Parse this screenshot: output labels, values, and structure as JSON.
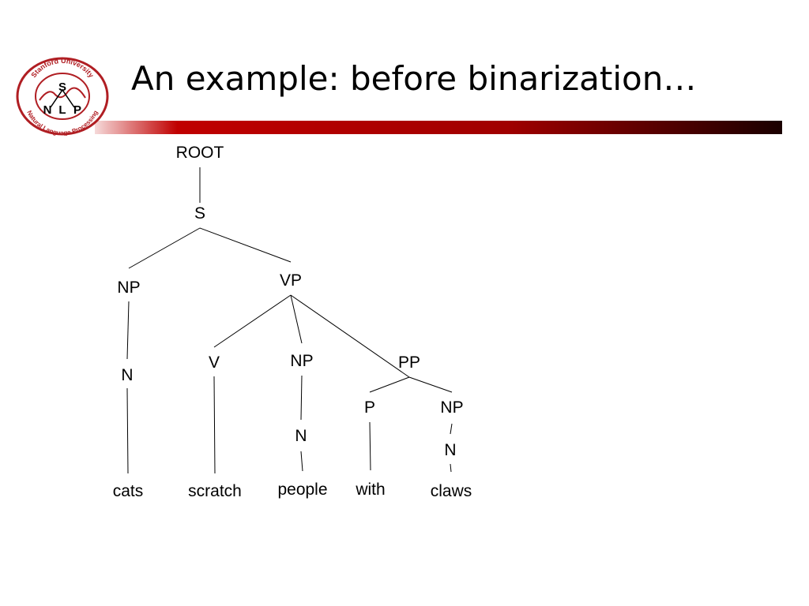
{
  "slide": {
    "title": "An example: before binarization…"
  },
  "logo": {
    "top_text": "Stanford University",
    "bottom_text": "Natural Language Processing",
    "letter_s": "S",
    "letter_n": "N",
    "letter_l": "L",
    "letter_p": "P",
    "ring_color": "#b01e23"
  },
  "tree": {
    "nodes": [
      {
        "id": "root",
        "label": "ROOT"
      },
      {
        "id": "s",
        "label": "S"
      },
      {
        "id": "np1",
        "label": "NP"
      },
      {
        "id": "vp",
        "label": "VP"
      },
      {
        "id": "n1",
        "label": "N"
      },
      {
        "id": "v",
        "label": "V"
      },
      {
        "id": "np2",
        "label": "NP"
      },
      {
        "id": "pp",
        "label": "PP"
      },
      {
        "id": "n2",
        "label": "N"
      },
      {
        "id": "p",
        "label": "P"
      },
      {
        "id": "np3",
        "label": "NP"
      },
      {
        "id": "n3",
        "label": "N"
      },
      {
        "id": "w-cats",
        "label": "cats"
      },
      {
        "id": "w-scratch",
        "label": "scratch"
      },
      {
        "id": "w-people",
        "label": "people"
      },
      {
        "id": "w-with",
        "label": "with"
      },
      {
        "id": "w-claws",
        "label": "claws"
      }
    ],
    "edges": [
      [
        "root",
        "s"
      ],
      [
        "s",
        "np1"
      ],
      [
        "s",
        "vp"
      ],
      [
        "np1",
        "n1"
      ],
      [
        "n1",
        "w-cats"
      ],
      [
        "vp",
        "v"
      ],
      [
        "vp",
        "np2"
      ],
      [
        "vp",
        "pp"
      ],
      [
        "v",
        "w-scratch"
      ],
      [
        "np2",
        "n2"
      ],
      [
        "n2",
        "w-people"
      ],
      [
        "pp",
        "p"
      ],
      [
        "pp",
        "np3"
      ],
      [
        "p",
        "w-with"
      ],
      [
        "np3",
        "n3"
      ],
      [
        "n3",
        "w-claws"
      ]
    ]
  },
  "colors": {
    "rule_dark": "#1a0000",
    "rule_red": "#c00000",
    "text": "#000000"
  }
}
